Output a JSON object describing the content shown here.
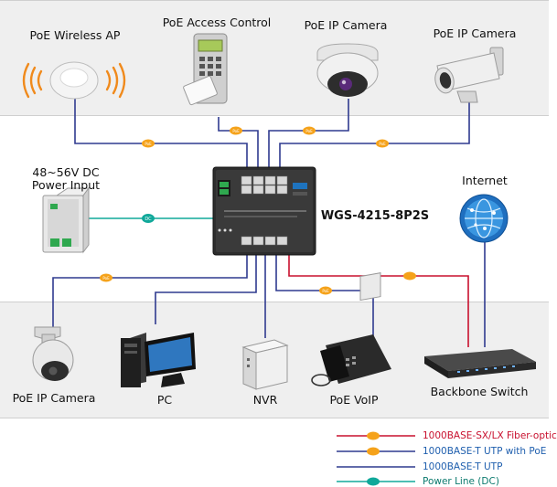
{
  "devices": {
    "wireless_ap": "PoE Wireless AP",
    "access_control": "PoE Access Control",
    "ip_camera_dome": "PoE IP Camera",
    "ip_camera_bullet": "PoE IP Camera",
    "power_input_line1": "48~56V DC",
    "power_input_line2": "Power Input",
    "switch_model": "WGS-4215-8P2S",
    "internet": "Internet",
    "ip_camera_ptz": "PoE IP Camera",
    "pc": "PC",
    "nvr": "NVR",
    "voip": "PoE VoIP",
    "backbone": "Backbone Switch"
  },
  "badges": {
    "poe": "PoE",
    "dc": "DC"
  },
  "legend": [
    {
      "label": "1000BASE-SX/LX Fiber-optic",
      "line_color": "#c8102e",
      "text_color": "#c8102e",
      "badge": "Fiber"
    },
    {
      "label": "1000BASE-T UTP with PoE",
      "line_color": "#2f3a8f",
      "text_color": "#1f5fae",
      "badge": "PoE"
    },
    {
      "label": "1000BASE-T UTP",
      "line_color": "#2f3a8f",
      "text_color": "#1f5fae",
      "badge": ""
    },
    {
      "label": "Power Line (DC)",
      "line_color": "#10a89a",
      "text_color": "#0c7a6e",
      "badge": "DC"
    }
  ],
  "colors": {
    "utp": "#2f3a8f",
    "fiber": "#c8102e",
    "dc": "#10a89a",
    "poe_badge": "#f5a21a"
  }
}
